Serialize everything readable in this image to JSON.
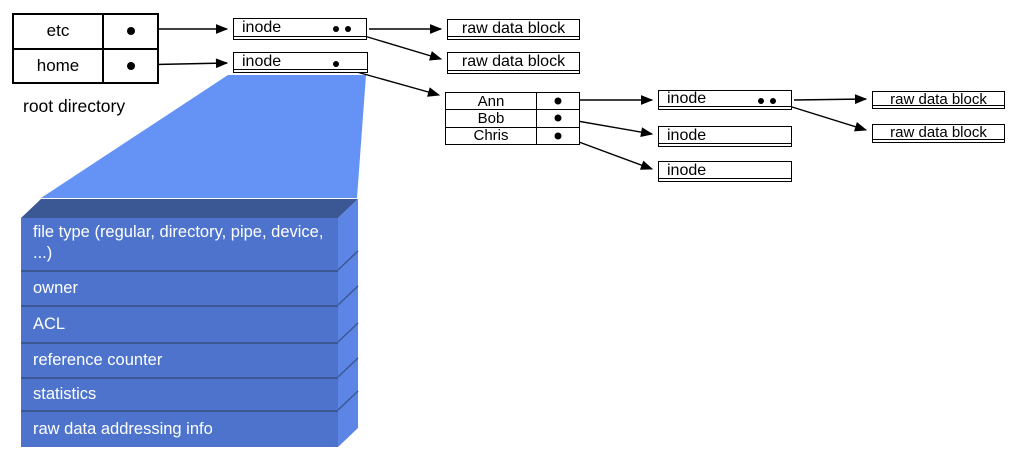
{
  "labels": {
    "root_directory_caption": "root directory"
  },
  "root_table": {
    "rows": [
      {
        "name": "etc"
      },
      {
        "name": "home"
      }
    ]
  },
  "level1": {
    "inodes": [
      {
        "label": "inode"
      },
      {
        "label": "inode"
      }
    ],
    "raw_blocks": [
      {
        "label": "raw data block"
      },
      {
        "label": "raw data block"
      }
    ]
  },
  "user_table": {
    "rows": [
      {
        "name": "Ann"
      },
      {
        "name": "Bob"
      },
      {
        "name": "Chris"
      }
    ]
  },
  "level2": {
    "inodes": [
      {
        "label": "inode"
      },
      {
        "label": "inode"
      },
      {
        "label": "inode"
      }
    ],
    "raw_blocks": [
      {
        "label": "raw data block"
      },
      {
        "label": "raw data block"
      }
    ]
  },
  "inode_detail": {
    "fields": [
      {
        "text": "file type (regular, directory, pipe, device, ...)"
      },
      {
        "text": "owner"
      },
      {
        "text": "ACL"
      },
      {
        "text": "reference counter"
      },
      {
        "text": "statistics"
      },
      {
        "text": "raw data addressing info"
      }
    ]
  },
  "colors": {
    "funnel": "#6493F5",
    "stack_front": "#4D73CC",
    "stack_top_bevel": "#3C5894",
    "stack_side": "#5C85E6",
    "line": "#000000"
  }
}
